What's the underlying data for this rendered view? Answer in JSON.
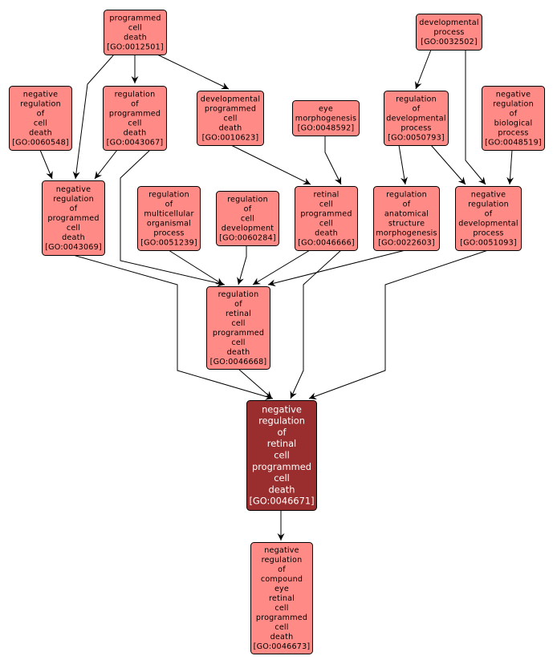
{
  "diagram": {
    "type": "GO term hierarchy (directed acyclic graph)",
    "colors": {
      "node_fill": "#ff8a86",
      "focus_fill": "#9a2e2e",
      "border": "#000000",
      "edge": "#000000",
      "background": "#ffffff"
    },
    "nodes": [
      {
        "id": "GO:0012501",
        "lines": [
          "programmed",
          "cell",
          "death",
          "[GO:0012501]"
        ]
      },
      {
        "id": "GO:0032502",
        "lines": [
          "developmental",
          "process",
          "[GO:0032502]"
        ]
      },
      {
        "id": "GO:0060548",
        "lines": [
          "negative",
          "regulation",
          "of",
          "cell",
          "death",
          "[GO:0060548]"
        ]
      },
      {
        "id": "GO:0043067",
        "lines": [
          "regulation",
          "of",
          "programmed",
          "cell",
          "death",
          "[GO:0043067]"
        ]
      },
      {
        "id": "GO:0010623",
        "lines": [
          "developmental",
          "programmed",
          "cell",
          "death",
          "[GO:0010623]"
        ]
      },
      {
        "id": "GO:0048592",
        "lines": [
          "eye",
          "morphogenesis",
          "[GO:0048592]"
        ]
      },
      {
        "id": "GO:0050793",
        "lines": [
          "regulation",
          "of",
          "developmental",
          "process",
          "[GO:0050793]"
        ]
      },
      {
        "id": "GO:0048519",
        "lines": [
          "negative",
          "regulation",
          "of",
          "biological",
          "process",
          "[GO:0048519]"
        ]
      },
      {
        "id": "GO:0043069",
        "lines": [
          "negative",
          "regulation",
          "of",
          "programmed",
          "cell",
          "death",
          "[GO:0043069]"
        ]
      },
      {
        "id": "GO:0051239",
        "lines": [
          "regulation",
          "of",
          "multicellular",
          "organismal",
          "process",
          "[GO:0051239]"
        ]
      },
      {
        "id": "GO:0060284",
        "lines": [
          "regulation",
          "of",
          "cell",
          "development",
          "[GO:0060284]"
        ]
      },
      {
        "id": "GO:0046666",
        "lines": [
          "retinal",
          "cell",
          "programmed",
          "cell",
          "death",
          "[GO:0046666]"
        ]
      },
      {
        "id": "GO:0022603",
        "lines": [
          "regulation",
          "of",
          "anatomical",
          "structure",
          "morphogenesis",
          "[GO:0022603]"
        ]
      },
      {
        "id": "GO:0051093",
        "lines": [
          "negative",
          "regulation",
          "of",
          "developmental",
          "process",
          "[GO:0051093]"
        ]
      },
      {
        "id": "GO:0046668",
        "lines": [
          "regulation",
          "of",
          "retinal",
          "cell",
          "programmed",
          "cell",
          "death",
          "[GO:0046668]"
        ]
      },
      {
        "id": "GO:0046671",
        "focus": true,
        "lines": [
          "negative",
          "regulation",
          "of",
          "retinal",
          "cell",
          "programmed",
          "cell",
          "death",
          "[GO:0046671]"
        ]
      },
      {
        "id": "GO:0046673",
        "lines": [
          "negative",
          "regulation",
          "of",
          "compound",
          "eye",
          "retinal",
          "cell",
          "programmed",
          "cell",
          "death",
          "[GO:0046673]"
        ]
      }
    ],
    "edges": [
      {
        "from": "GO:0012501",
        "to": "GO:0043067"
      },
      {
        "from": "GO:0012501",
        "to": "GO:0010623"
      },
      {
        "from": "GO:0012501",
        "to": "GO:0043069"
      },
      {
        "from": "GO:0060548",
        "to": "GO:0043069"
      },
      {
        "from": "GO:0043067",
        "to": "GO:0043069"
      },
      {
        "from": "GO:0043067",
        "to": "GO:0046668"
      },
      {
        "from": "GO:0010623",
        "to": "GO:0046666"
      },
      {
        "from": "GO:0048592",
        "to": "GO:0046666"
      },
      {
        "from": "GO:0032502",
        "to": "GO:0050793"
      },
      {
        "from": "GO:0032502",
        "to": "GO:0051093"
      },
      {
        "from": "GO:0050793",
        "to": "GO:0022603"
      },
      {
        "from": "GO:0050793",
        "to": "GO:0051093"
      },
      {
        "from": "GO:0048519",
        "to": "GO:0051093"
      },
      {
        "from": "GO:0051239",
        "to": "GO:0046668"
      },
      {
        "from": "GO:0060284",
        "to": "GO:0046668"
      },
      {
        "from": "GO:0046666",
        "to": "GO:0046668"
      },
      {
        "from": "GO:0022603",
        "to": "GO:0046668"
      },
      {
        "from": "GO:0043069",
        "to": "GO:0046671"
      },
      {
        "from": "GO:0046668",
        "to": "GO:0046671"
      },
      {
        "from": "GO:0046666",
        "to": "GO:0046671"
      },
      {
        "from": "GO:0051093",
        "to": "GO:0046671"
      },
      {
        "from": "GO:0046671",
        "to": "GO:0046673"
      }
    ]
  }
}
